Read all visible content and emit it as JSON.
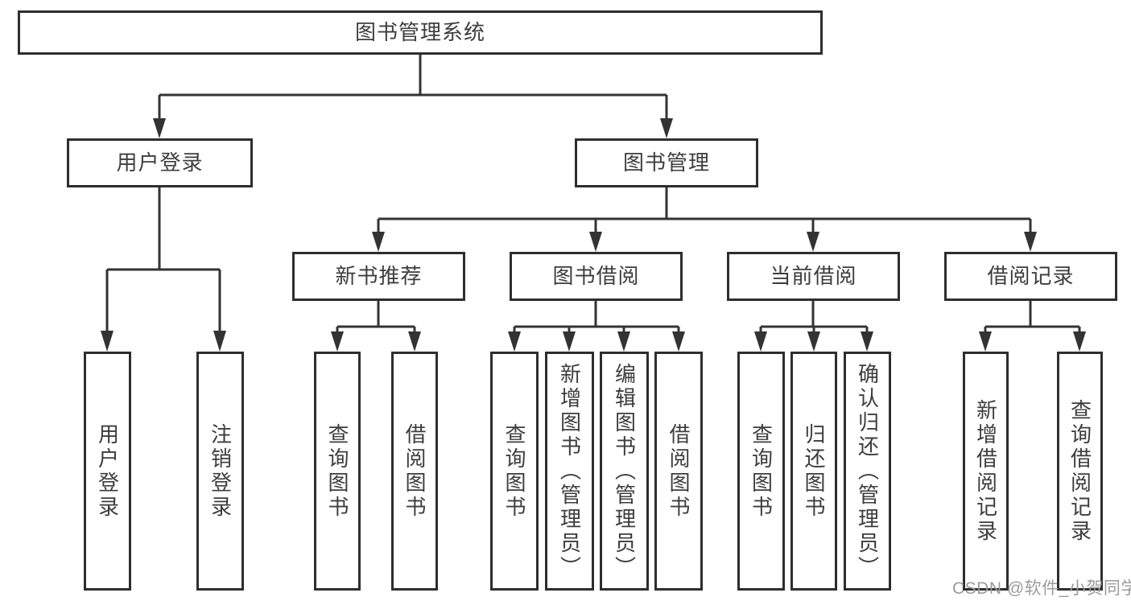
{
  "hierarchy": {
    "label": "图书管理系统",
    "children": [
      {
        "label": "用户登录",
        "children": [
          {
            "label": "用户登录"
          },
          {
            "label": "注销登录"
          }
        ]
      },
      {
        "label": "图书管理",
        "children": [
          {
            "label": "新书推荐",
            "children": [
              {
                "label": "查询图书"
              },
              {
                "label": "借阅图书"
              }
            ]
          },
          {
            "label": "图书借阅",
            "children": [
              {
                "label": "查询图书"
              },
              {
                "label": "新增图书（管理员）"
              },
              {
                "label": "编辑图书（管理员）"
              },
              {
                "label": "借阅图书"
              }
            ]
          },
          {
            "label": "当前借阅",
            "children": [
              {
                "label": "查询图书"
              },
              {
                "label": "归还图书"
              },
              {
                "label": "确认归还（管理员）"
              }
            ]
          },
          {
            "label": "借阅记录",
            "children": [
              {
                "label": "新增借阅记录"
              },
              {
                "label": "查询借阅记录"
              }
            ]
          }
        ]
      }
    ]
  },
  "watermark": {
    "text": "CSDN @软件_小贺同学"
  },
  "colors": {
    "line": "#333333",
    "box_border": "#2e2e2e",
    "box_fill": "#ffffff",
    "text": "#3d3d3d",
    "watermark_text": "#9b9b9b",
    "background": "#ffffff"
  }
}
